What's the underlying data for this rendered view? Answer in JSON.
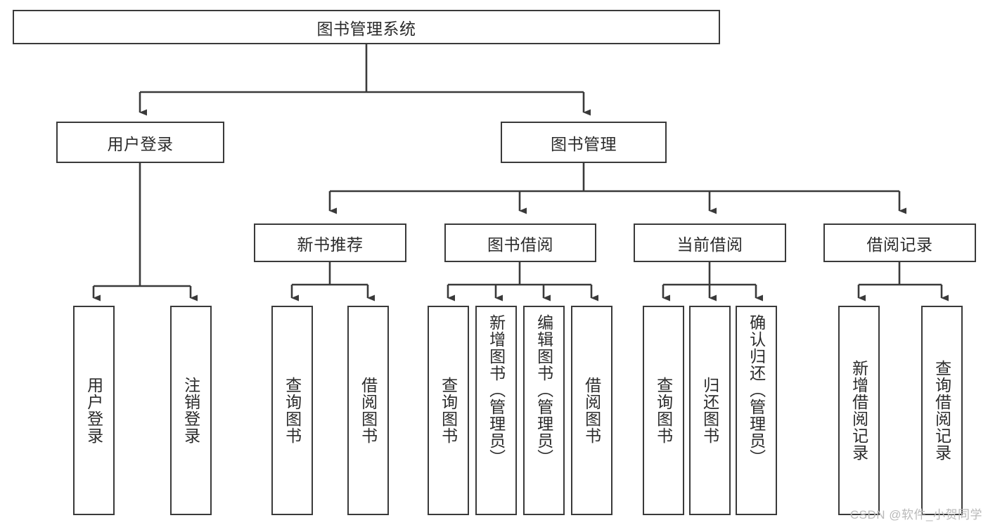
{
  "diagram": {
    "title": "图书管理系统",
    "type": "tree",
    "watermark": "CSDN @软件_小贺同学",
    "colors": {
      "box_border": "#3a3a3a",
      "box_fill": "#ffffff",
      "text": "#2b2b2b",
      "edge": "#3a3a3a",
      "watermark": "#b9b9b9",
      "background": "#ffffff"
    },
    "nodes": {
      "root": {
        "label": "图书管理系统"
      },
      "level2": [
        {
          "id": "user_login",
          "label": "用户登录"
        },
        {
          "id": "book_manage",
          "label": "图书管理"
        }
      ],
      "level3": [
        {
          "id": "new_book_rec",
          "label": "新书推荐"
        },
        {
          "id": "book_borrow",
          "label": "图书借阅"
        },
        {
          "id": "current_borrow",
          "label": "当前借阅"
        },
        {
          "id": "borrow_record",
          "label": "借阅记录"
        }
      ],
      "leaves": {
        "user_login": [
          {
            "id": "leaf_user_login",
            "label": "用户登录"
          },
          {
            "id": "leaf_user_logout",
            "label": "注销登录"
          }
        ],
        "new_book_rec": [
          {
            "id": "leaf_query_book_1",
            "label": "查询图书"
          },
          {
            "id": "leaf_borrow_book_1",
            "label": "借阅图书"
          }
        ],
        "book_borrow": [
          {
            "id": "leaf_query_book_2",
            "label": "查询图书"
          },
          {
            "id": "leaf_add_book",
            "label": "新增图书（管理员）"
          },
          {
            "id": "leaf_edit_book",
            "label": "编辑图书（管理员）"
          },
          {
            "id": "leaf_borrow_book_2",
            "label": "借阅图书"
          }
        ],
        "current_borrow": [
          {
            "id": "leaf_query_book_3",
            "label": "查询图书"
          },
          {
            "id": "leaf_return_book",
            "label": "归还图书"
          },
          {
            "id": "leaf_confirm_return",
            "label": "确认归还（管理员）"
          }
        ],
        "borrow_record": [
          {
            "id": "leaf_add_record",
            "label": "新增借阅记录"
          },
          {
            "id": "leaf_query_record",
            "label": "查询借阅记录"
          }
        ]
      }
    }
  }
}
